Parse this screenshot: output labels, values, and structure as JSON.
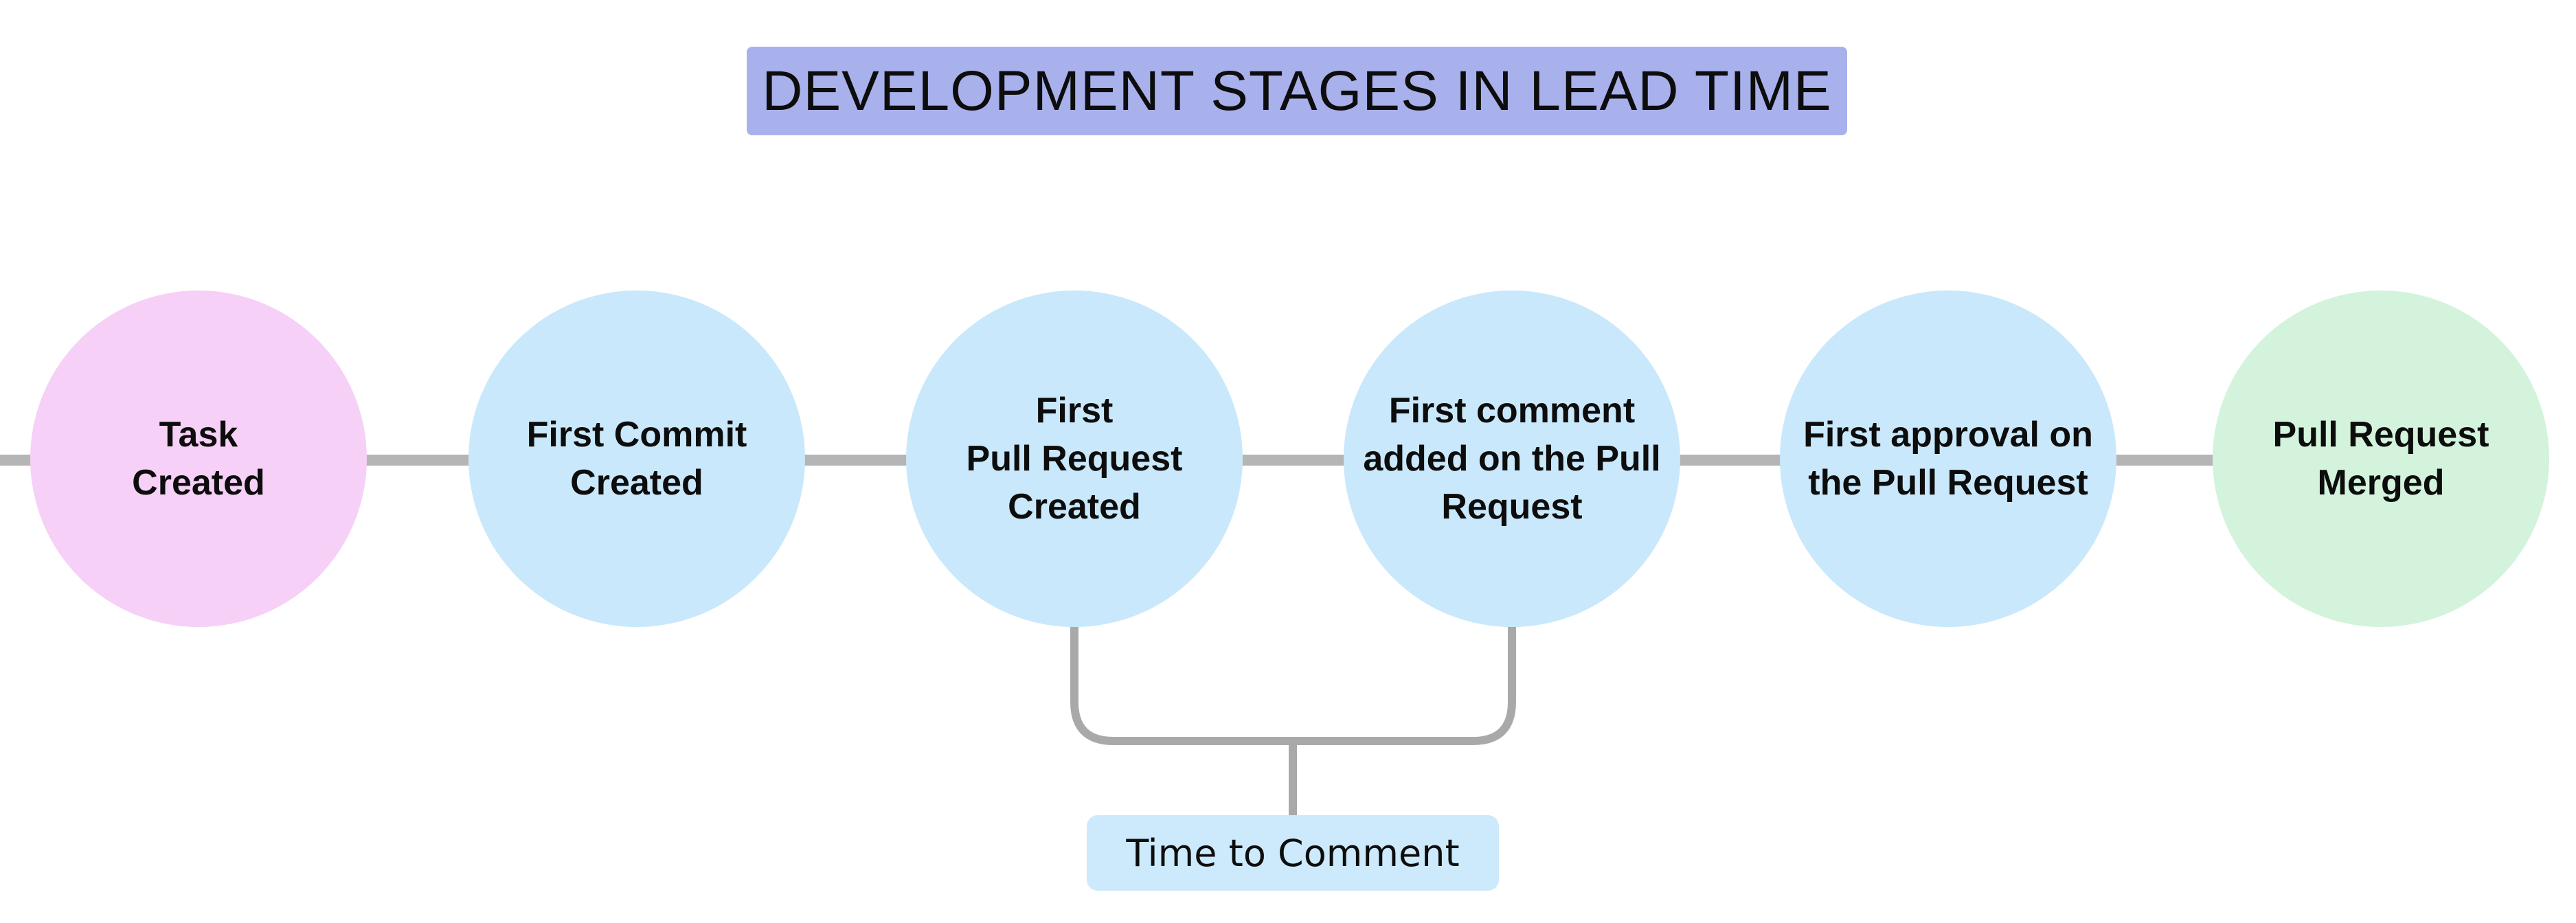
{
  "page": {
    "background": "#ffffff",
    "text_color": "#0d0d0d"
  },
  "header": {
    "title": "DEVELOPMENT STAGES IN LEAD TIME",
    "bg_color": "#a9b1ec"
  },
  "timeline": {
    "connector_color": "#b5b5b5",
    "stages": [
      {
        "id": "task-created",
        "label": "Task\nCreated",
        "color": "#f6d0f6"
      },
      {
        "id": "first-commit-created",
        "label": "First Commit\nCreated",
        "color": "#c9e8fb"
      },
      {
        "id": "first-pull-request-created",
        "label": "First\nPull Request\nCreated",
        "color": "#c9e8fb"
      },
      {
        "id": "first-comment-added",
        "label": "First comment\nadded on the Pull\nRequest",
        "color": "#c9e8fb"
      },
      {
        "id": "first-approval",
        "label": "First approval on\nthe Pull Request",
        "color": "#c9e8fb"
      },
      {
        "id": "pull-request-merged",
        "label": "Pull Request\nMerged",
        "color": "#d3f3dc"
      }
    ]
  },
  "annotation": {
    "bracket_color": "#a9a9a9",
    "label": "Time to Comment",
    "label_bg_color": "#cdeafc"
  }
}
